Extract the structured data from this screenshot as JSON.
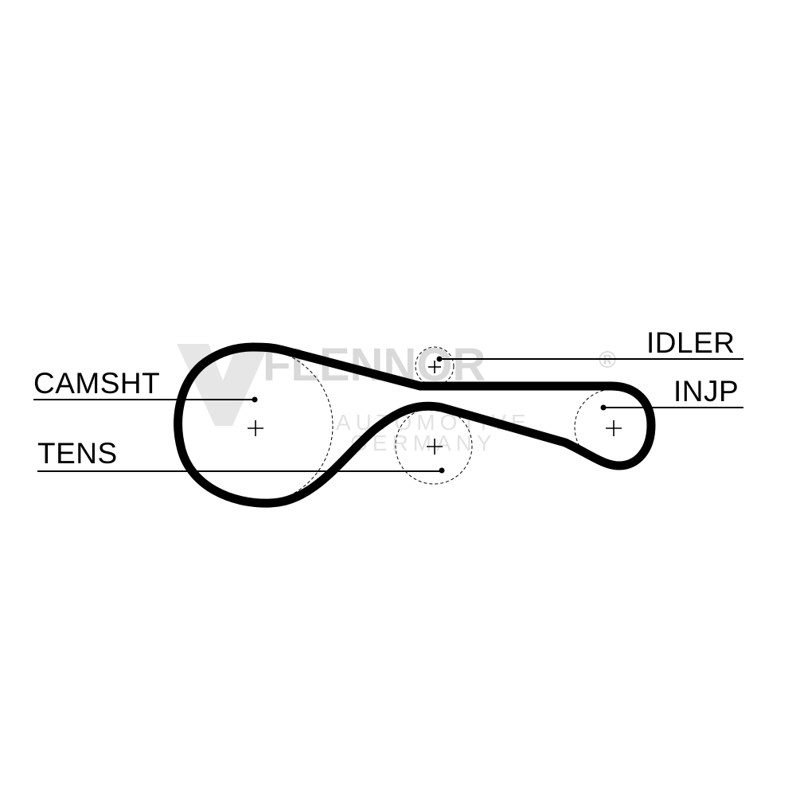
{
  "diagram": {
    "labels": {
      "camshaft": "CAMSHT",
      "tensioner": "TENS",
      "idler": "IDLER",
      "injection_pump": "INJP"
    },
    "watermark": {
      "brand": "FLENNOR",
      "registered": "®",
      "line1": "AUTOMOTIVE",
      "line2": "GERMANY"
    }
  }
}
